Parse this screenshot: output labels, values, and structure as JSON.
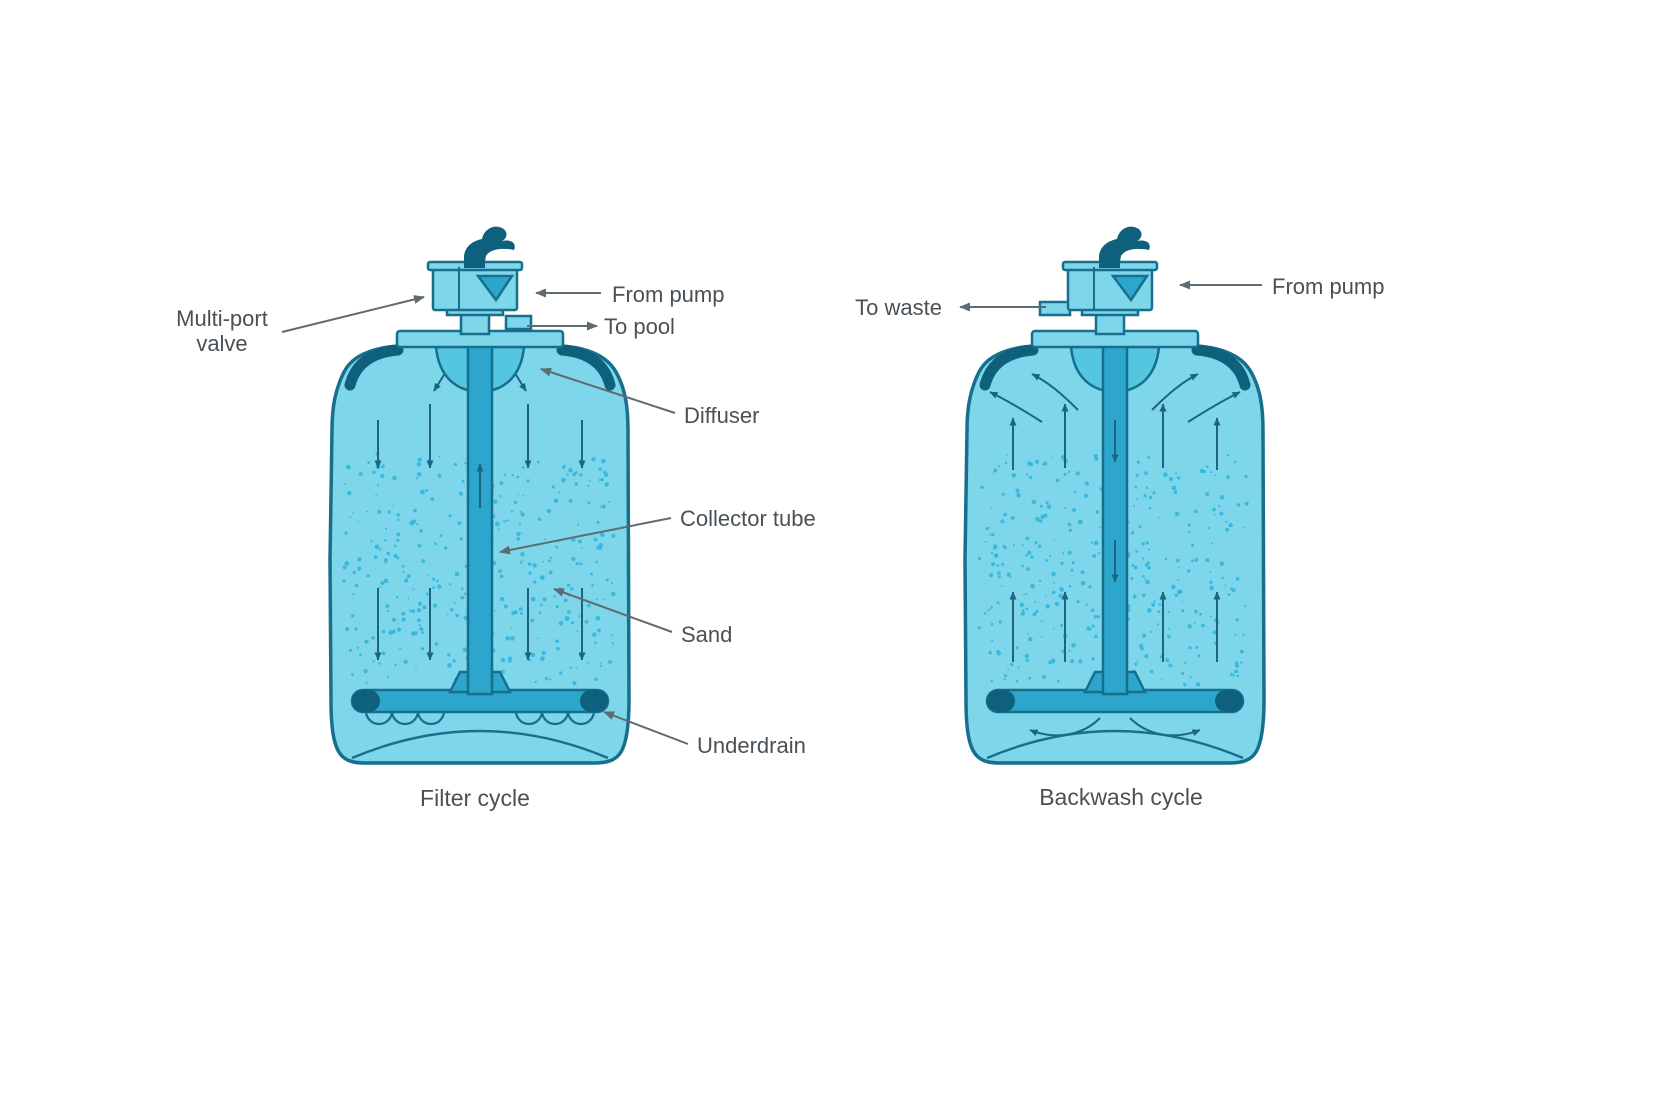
{
  "colors": {
    "tank_fill": "#7DD6EA",
    "outline": "#176F8D",
    "tube": "#2CA6CC",
    "dark": "#0E607C",
    "speckle": "#2EB4DE",
    "flow": "#1D647E",
    "leader": "#5D6B72",
    "label": "#4A5156",
    "diffuser": "#55C6E0"
  },
  "filter_cycle": {
    "caption": "Filter cycle",
    "labels": {
      "multiport_line1": "Multi-port",
      "multiport_line2": "valve",
      "from_pump": "From pump",
      "to_pool": "To pool",
      "diffuser": "Diffuser",
      "collector_tube": "Collector tube",
      "sand": "Sand",
      "underdrain": "Underdrain"
    }
  },
  "backwash_cycle": {
    "caption": "Backwash cycle",
    "labels": {
      "to_waste": "To waste",
      "from_pump": "From pump"
    }
  }
}
